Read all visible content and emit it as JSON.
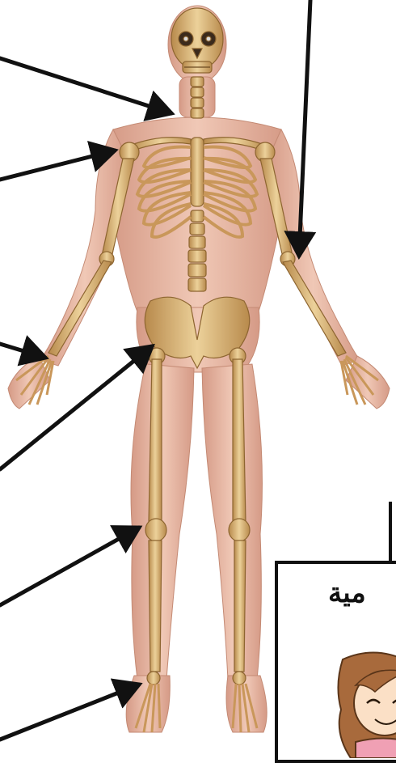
{
  "diagram": {
    "subject": "human-skeleton-anatomy",
    "caption_text": "مية",
    "colors": {
      "skin": "#e7b7a2",
      "muscle": "#d99a86",
      "bone": "#d9b57c",
      "bone_dark": "#a87f45",
      "arrow": "#111111",
      "background": "#ffffff"
    },
    "arrows": [
      {
        "name": "neck-arrow"
      },
      {
        "name": "shoulder-arrow"
      },
      {
        "name": "elbow-arrow"
      },
      {
        "name": "wrist-arrow"
      },
      {
        "name": "hip-arrow"
      },
      {
        "name": "knee-arrow"
      },
      {
        "name": "ankle-arrow"
      }
    ]
  }
}
